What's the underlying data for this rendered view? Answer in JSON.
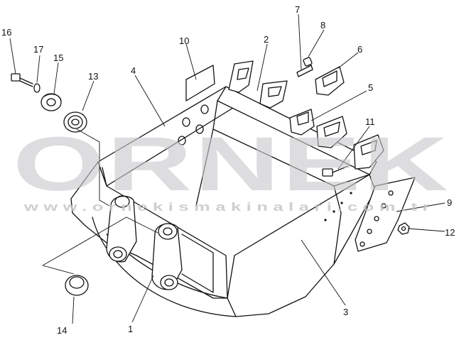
{
  "watermark": {
    "brand": "ORNEK",
    "url": "www.ornekismakinalari.com.tr"
  },
  "callouts": [
    {
      "id": "1",
      "label": "1"
    },
    {
      "id": "2",
      "label": "2"
    },
    {
      "id": "3",
      "label": "3"
    },
    {
      "id": "4",
      "label": "4"
    },
    {
      "id": "5",
      "label": "5"
    },
    {
      "id": "6",
      "label": "6"
    },
    {
      "id": "7",
      "label": "7"
    },
    {
      "id": "8",
      "label": "8"
    },
    {
      "id": "9",
      "label": "9"
    },
    {
      "id": "10",
      "label": "10"
    },
    {
      "id": "11",
      "label": "11"
    },
    {
      "id": "12",
      "label": "12"
    },
    {
      "id": "13",
      "label": "13"
    },
    {
      "id": "14",
      "label": "14"
    },
    {
      "id": "15",
      "label": "15"
    },
    {
      "id": "16",
      "label": "16"
    },
    {
      "id": "17",
      "label": "17"
    }
  ]
}
